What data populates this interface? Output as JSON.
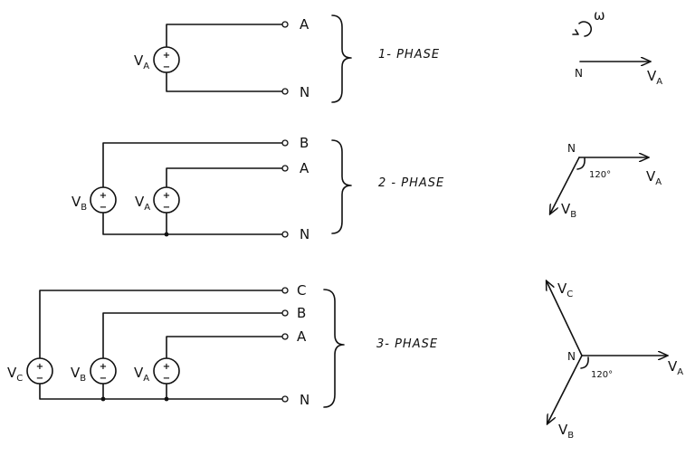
{
  "single_phase": {
    "title": "1- PHASE",
    "source": {
      "letter": "V",
      "sub": "A"
    },
    "terminals": [
      "A",
      "N"
    ]
  },
  "two_phase": {
    "title": "2 - PHASE",
    "sources": [
      {
        "letter": "V",
        "sub": "B"
      },
      {
        "letter": "V",
        "sub": "A"
      }
    ],
    "terminals": [
      "B",
      "A",
      "N"
    ]
  },
  "three_phase": {
    "title": "3- PHASE",
    "sources": [
      {
        "letter": "V",
        "sub": "C"
      },
      {
        "letter": "V",
        "sub": "B"
      },
      {
        "letter": "V",
        "sub": "A"
      }
    ],
    "terminals": [
      "C",
      "B",
      "A",
      "N"
    ]
  },
  "phasors": {
    "omega": "ω",
    "one": {
      "origin": "N",
      "va_letter": "V",
      "va_sub": "A"
    },
    "two": {
      "origin": "N",
      "angle": "120°",
      "va_letter": "V",
      "va_sub": "A",
      "vb_letter": "V",
      "vb_sub": "B"
    },
    "three": {
      "origin": "N",
      "angle": "120°",
      "va_letter": "V",
      "va_sub": "A",
      "vb_letter": "V",
      "vb_sub": "B",
      "vc_letter": "V",
      "vc_sub": "C"
    }
  },
  "source_polarity": {
    "plus": "+",
    "minus": "−"
  }
}
